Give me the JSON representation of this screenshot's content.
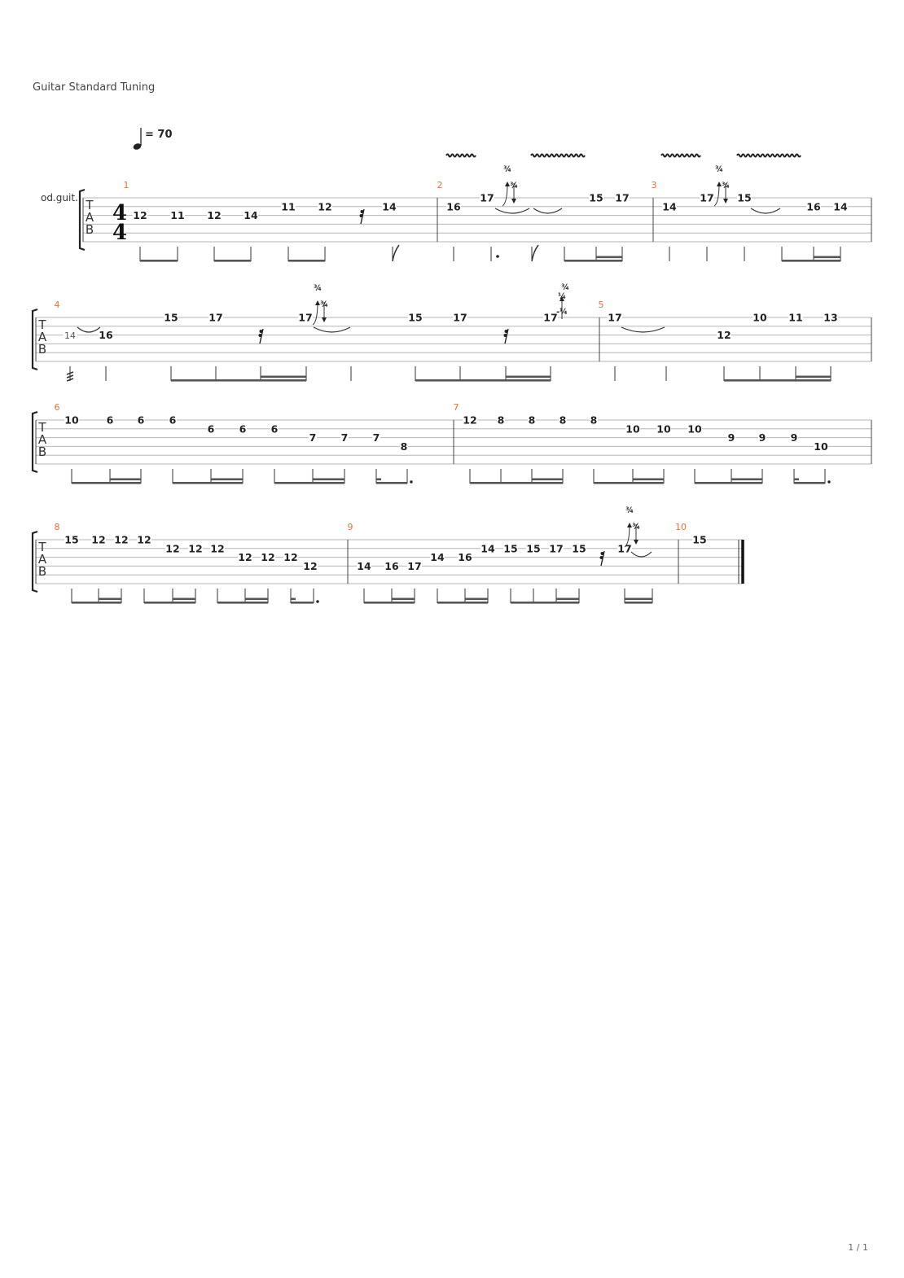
{
  "header": {
    "tuning": "Guitar Standard Tuning"
  },
  "tempo": {
    "value": "= 70"
  },
  "instrument": "od.guit.",
  "tab_clef": [
    "T",
    "A",
    "B"
  ],
  "time_signature": [
    "4",
    "4"
  ],
  "bar_numbers": [
    "1",
    "2",
    "3",
    "4",
    "5",
    "6",
    "7",
    "8",
    "9",
    "10"
  ],
  "bend_label": "¾",
  "bend_quarter": "¼",
  "bend_neg_quarter": "-¼",
  "bend_neg_three_quarter": "-¾",
  "systems": [
    {
      "notes": [
        [
          "12",
          3
        ],
        [
          "11",
          3
        ],
        [
          "12",
          3
        ],
        [
          "14",
          3
        ],
        [
          "11",
          2
        ],
        [
          "12",
          2
        ],
        [
          "14",
          2
        ],
        [
          "16",
          2
        ],
        [
          "17",
          1
        ],
        [
          "15",
          1
        ],
        [
          "17",
          1
        ],
        [
          "14",
          2
        ],
        [
          "17",
          1
        ],
        [
          "15",
          1
        ],
        [
          "16",
          2
        ],
        [
          "14",
          2
        ]
      ]
    },
    {
      "notes": [
        [
          "14",
          3
        ],
        [
          "16",
          3
        ],
        [
          "15",
          1
        ],
        [
          "17",
          1
        ],
        [
          "17",
          1
        ],
        [
          "15",
          1
        ],
        [
          "17",
          1
        ],
        [
          "17",
          1
        ],
        [
          "17",
          1
        ],
        [
          "12",
          3
        ],
        [
          "10",
          1
        ],
        [
          "11",
          1
        ],
        [
          "13",
          1
        ]
      ]
    },
    {
      "notes": [
        [
          "10",
          1
        ],
        [
          "6",
          1
        ],
        [
          "6",
          1
        ],
        [
          "6",
          1
        ],
        [
          "6",
          2
        ],
        [
          "6",
          2
        ],
        [
          "6",
          2
        ],
        [
          "7",
          3
        ],
        [
          "7",
          3
        ],
        [
          "7",
          3
        ],
        [
          "8",
          4
        ],
        [
          "12",
          1
        ],
        [
          "8",
          1
        ],
        [
          "8",
          1
        ],
        [
          "8",
          1
        ],
        [
          "8",
          1
        ],
        [
          "10",
          2
        ],
        [
          "10",
          2
        ],
        [
          "10",
          2
        ],
        [
          "9",
          3
        ],
        [
          "9",
          3
        ],
        [
          "9",
          3
        ],
        [
          "10",
          4
        ]
      ]
    },
    {
      "notes": [
        [
          "15",
          1
        ],
        [
          "12",
          1
        ],
        [
          "12",
          1
        ],
        [
          "12",
          1
        ],
        [
          "12",
          2
        ],
        [
          "12",
          2
        ],
        [
          "12",
          2
        ],
        [
          "12",
          3
        ],
        [
          "12",
          3
        ],
        [
          "12",
          3
        ],
        [
          "12",
          4
        ],
        [
          "14",
          4
        ],
        [
          "16",
          4
        ],
        [
          "17",
          4
        ],
        [
          "14",
          3
        ],
        [
          "16",
          3
        ],
        [
          "14",
          2
        ],
        [
          "15",
          2
        ],
        [
          "15",
          2
        ],
        [
          "17",
          2
        ],
        [
          "15",
          2
        ],
        [
          "17",
          2
        ],
        [
          "15",
          1
        ]
      ]
    }
  ],
  "footer": {
    "page": "1 / 1"
  }
}
